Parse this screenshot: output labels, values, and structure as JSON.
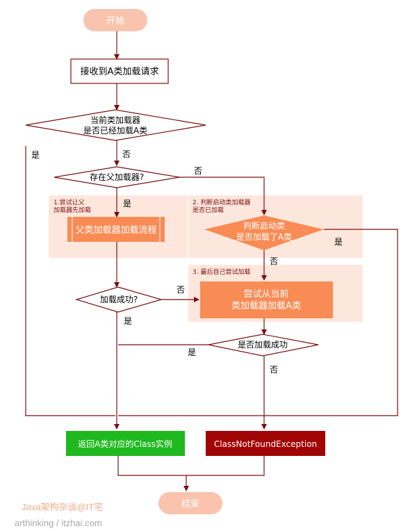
{
  "nodes": {
    "start": "开始",
    "receive": "接收到A类加载请求",
    "check_loaded_line1": "当前类加载器",
    "check_loaded_line2": "是否已经加载A类",
    "has_parent": "存在父加载器?",
    "parent_flow": "父类加载器加载流程",
    "bootstrap_line1": "判断启动类",
    "bootstrap_line2": "是否加载了A类",
    "load_ok": "加载成功?",
    "self_line1": "尝试从当前",
    "self_line2": "类加载器加载A类",
    "is_success": "是否加载成功",
    "return_class": "返回A类对应的Class实例",
    "not_found": "ClassNotFoundException",
    "end": "结束"
  },
  "groups": {
    "step1_line1": "1.尝试让父",
    "step1_line2": "加载器先加载",
    "step2_line1": "2. 判断启动类加载器",
    "step2_line2": "是否已加载",
    "step3": "3. 最后自己尝试加载"
  },
  "edge_labels": {
    "yes": "是",
    "no": "否"
  },
  "watermark": {
    "line1": "Java架构杂谈@IT宅",
    "line2": "arthinking / itzhai.com"
  },
  "colors": {
    "terminal": "#f9c3ae",
    "orange": "#f98b54",
    "group_bg": "#fde7dc",
    "line": "#7a0f12",
    "green": "#1fb81f",
    "darkred": "#a10404"
  }
}
